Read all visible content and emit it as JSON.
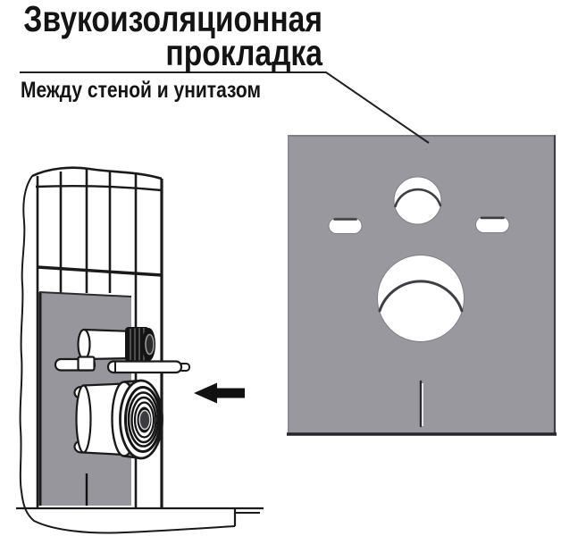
{
  "header": {
    "title_line1": "Звукоизоляционная",
    "title_line2": "прокладка",
    "subtitle": "Между стеной и унитазом"
  },
  "colors": {
    "gasket_gray": "#98989e",
    "panel_gray": "#96969c",
    "outline_black": "#1a1a1a",
    "arrow_black": "#111111",
    "hole_shadow": "#3f3f43",
    "text_black": "#141414",
    "background": "#ffffff"
  },
  "figures": {
    "gasket_sheet": {
      "name": "sound-insulation-gasket-front-view",
      "holes": [
        "top-circle-hole",
        "left-oval-slot",
        "right-oval-slot",
        "large-circle-hole",
        "bottom-slit"
      ]
    },
    "installation_view": {
      "name": "wall-side-view-with-gasket-installed",
      "elements": [
        "tiled-wall",
        "insulation-pad-on-wall",
        "upper-inlet-pipe",
        "left-mounting-stud",
        "right-mounting-stud",
        "waste-outlet-socket",
        "floor-slab",
        "left-direction-arrow"
      ]
    }
  }
}
